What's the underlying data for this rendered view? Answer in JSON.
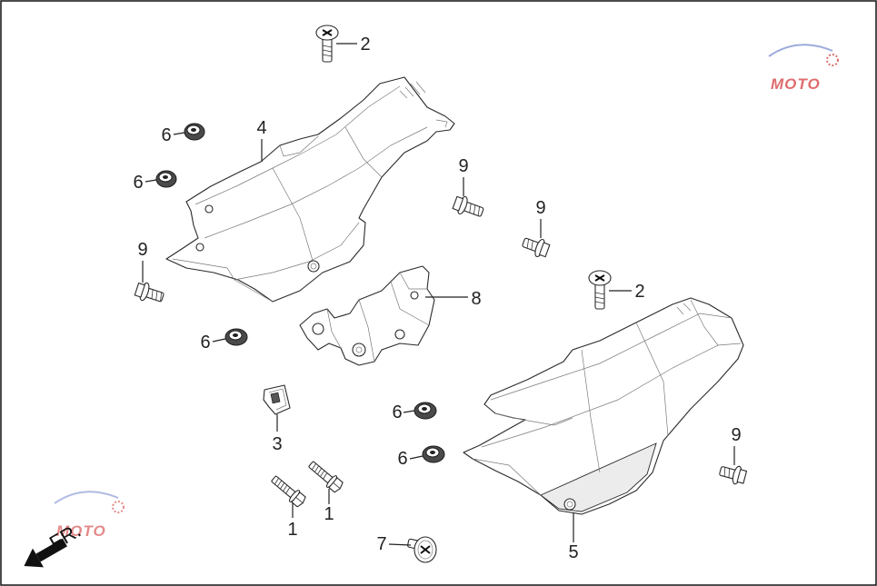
{
  "callouts": [
    {
      "label": "2"
    },
    {
      "label": "6"
    },
    {
      "label": "4"
    },
    {
      "label": "6"
    },
    {
      "label": "9"
    },
    {
      "label": "9"
    },
    {
      "label": "9"
    },
    {
      "label": "8"
    },
    {
      "label": "2"
    },
    {
      "label": "6"
    },
    {
      "label": "3"
    },
    {
      "label": "6"
    },
    {
      "label": "6"
    },
    {
      "label": "9"
    },
    {
      "label": "1"
    },
    {
      "label": "1"
    },
    {
      "label": "7"
    },
    {
      "label": "5"
    }
  ],
  "direction_label": "FR.",
  "watermark_text": "MOTO",
  "colors": {
    "line": "#222222",
    "watermark": "#d43c3c"
  }
}
